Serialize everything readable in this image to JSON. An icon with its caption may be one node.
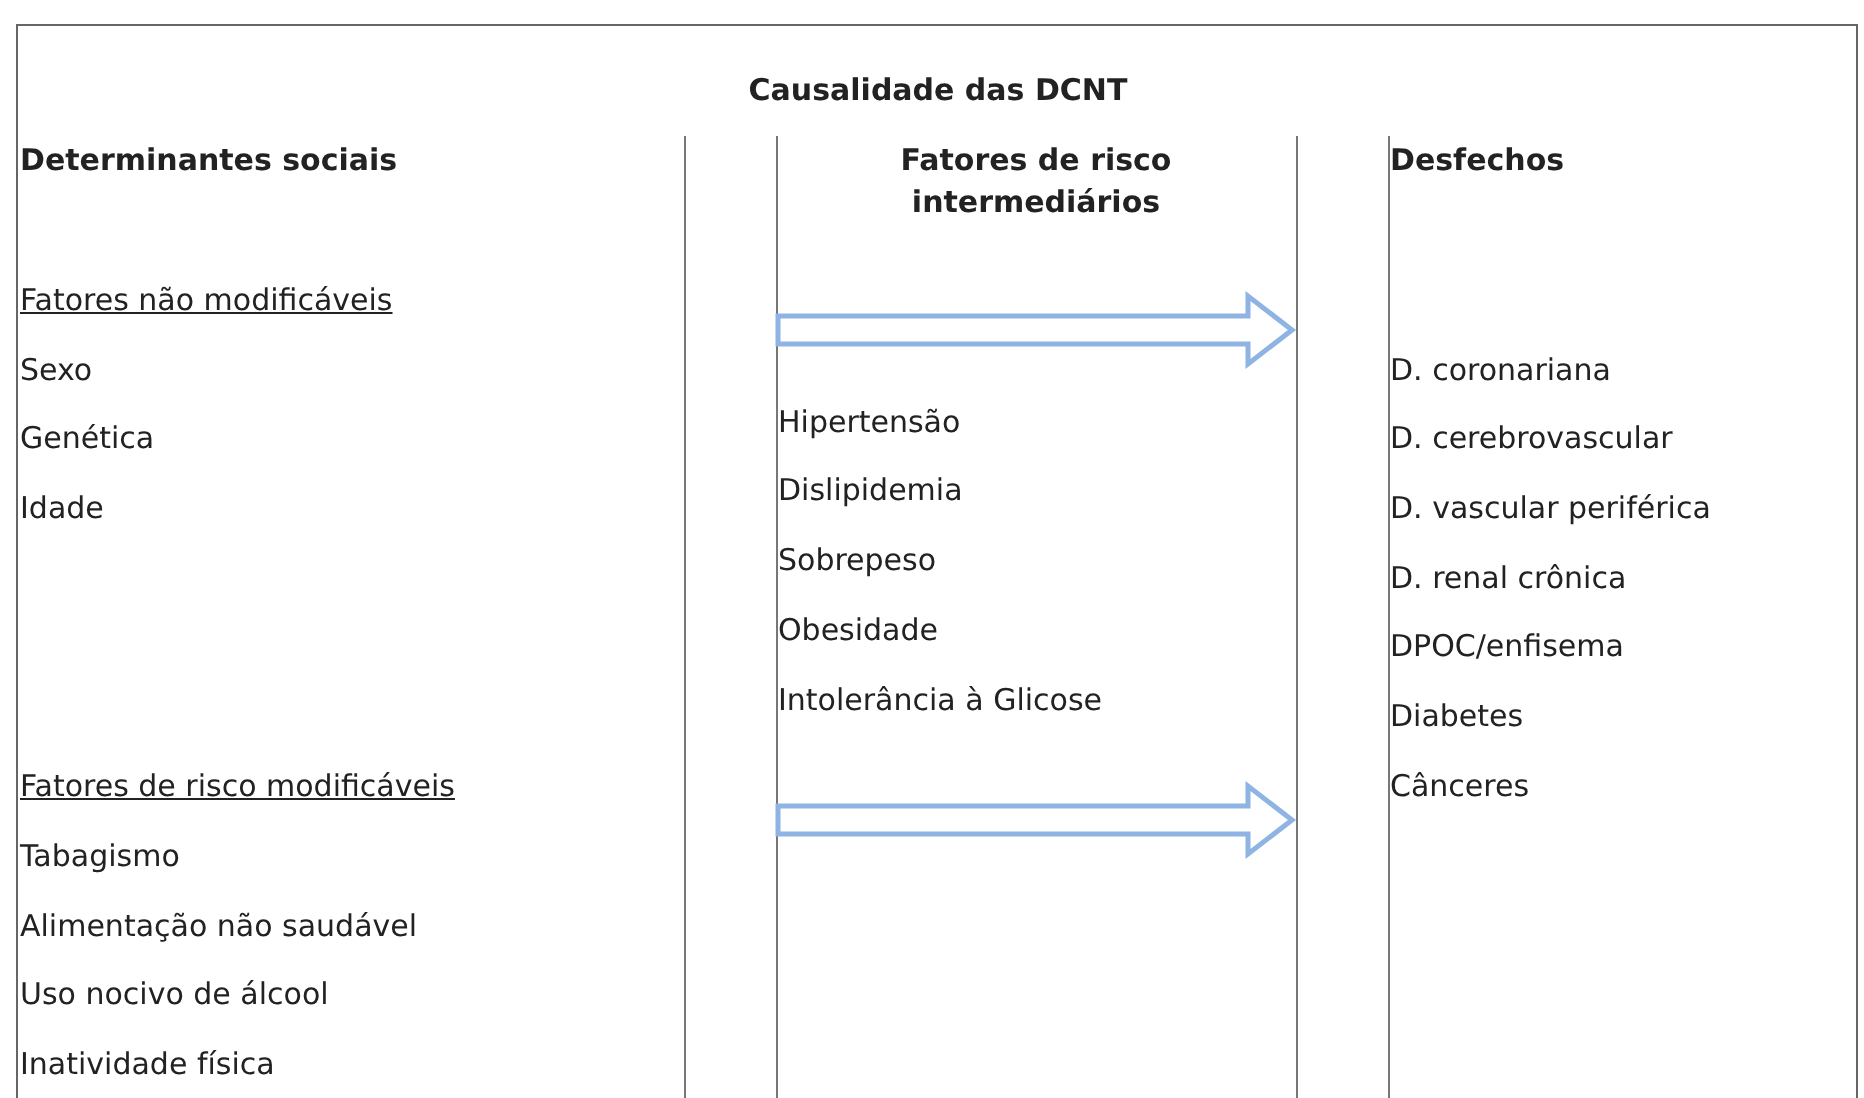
{
  "diagram": {
    "title": "Causalidade das DCNT",
    "nodes": [
      {
        "text": [
          "Fatores não modificáveis",
          "Sexo",
          "Genética",
          "Idade"
        ]
      },
      {
        "text": [
          "Fatores de risco modificáveis",
          "Tabagismo",
          "Alimentação não saudável",
          "Uso nocivo de álcool",
          "Inatividade física"
        ]
      },
      {
        "text": [
          "Hipertensão",
          "Dislipidemia",
          "Sobrepeso",
          "Obesidade",
          "Intolerância à Glicose"
        ]
      },
      {
        "text": [
          "D. coronariana",
          "D. cerebrovascular",
          "D. vascular periférica",
          "D. renal crônica",
          "DPOC/enfisema",
          "Diabetes",
          "Cânceres"
        ]
      }
    ],
    "labels": [
      "Determinantes sociais",
      "Fatores de risco intermediários",
      "Desfechos"
    ]
  }
}
